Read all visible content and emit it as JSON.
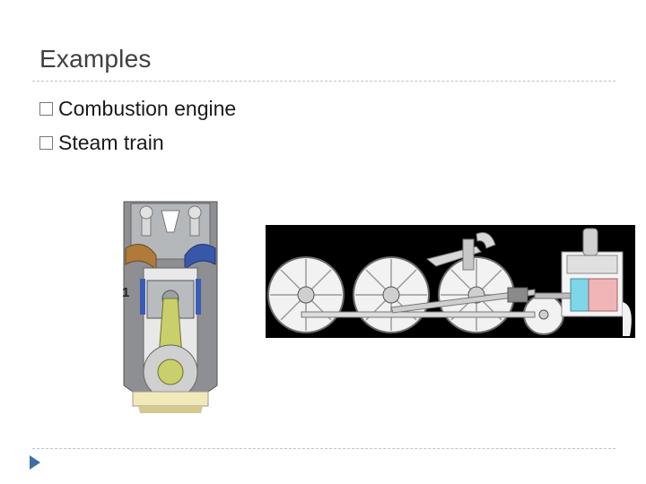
{
  "slide": {
    "title": "Examples",
    "bullets": [
      {
        "text": "Combustion engine"
      },
      {
        "text": "Steam train"
      }
    ]
  },
  "figures": {
    "engine": {
      "label": "1",
      "icon": "combustion-engine-diagram"
    },
    "train": {
      "icon": "steam-locomotive-wheels-diagram"
    }
  },
  "colors": {
    "accent": "#3f6ea8",
    "rule": "#b8c4d2",
    "title": "#404040"
  }
}
